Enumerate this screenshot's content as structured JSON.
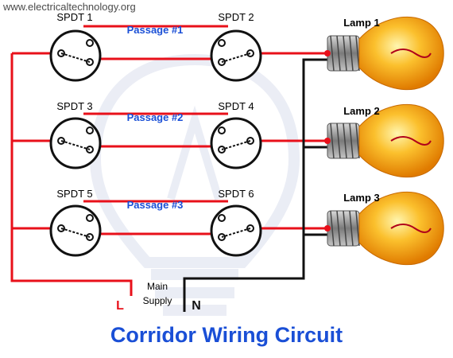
{
  "header": {
    "website": "www.electricaltechnology.org"
  },
  "passages": [
    {
      "label": "Passage #1",
      "left_switch": "SPDT 1",
      "right_switch": "SPDT 2",
      "lamp": "Lamp 1"
    },
    {
      "label": "Passage #2",
      "left_switch": "SPDT 3",
      "right_switch": "SPDT 4",
      "lamp": "Lamp 2"
    },
    {
      "label": "Passage #3",
      "left_switch": "SPDT 5",
      "right_switch": "SPDT 6",
      "lamp": "Lamp 3"
    }
  ],
  "supply": {
    "line1": "Main",
    "line2": "Supply",
    "live": "L",
    "neutral": "N"
  },
  "title": "Corridor Wiring Circuit",
  "colors": {
    "live_wire": "#e8101a",
    "neutral_wire": "#111111",
    "title": "#1a4fd6",
    "passage_label": "#1a4fd6",
    "lamp_glass": "#f7a81b"
  }
}
